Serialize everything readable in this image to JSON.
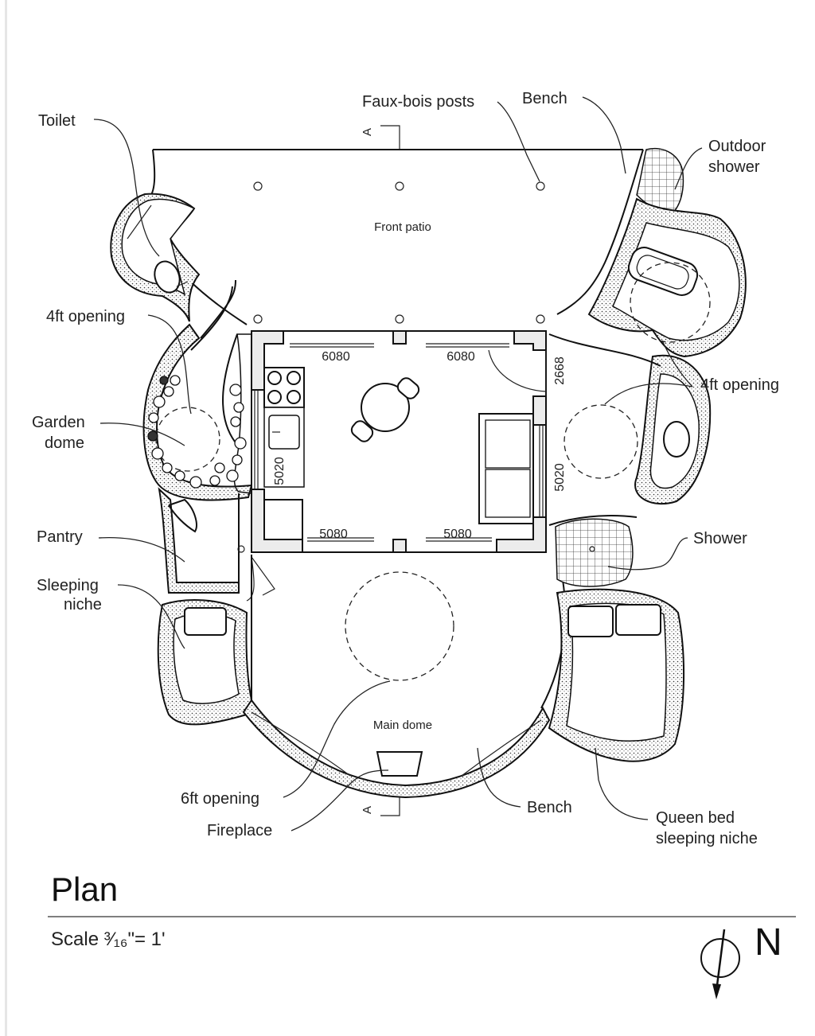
{
  "title": "Plan",
  "scale": "Scale ³⁄₁₆\"= 1'",
  "north": "N",
  "section_marker": "A",
  "room_labels": {
    "front_patio": "Front patio",
    "main_dome": "Main dome"
  },
  "callouts": {
    "toilet": "Toilet",
    "faux_bois_posts": "Faux-bois posts",
    "bench_top": "Bench",
    "outdoor_shower_1": "Outdoor",
    "outdoor_shower_2": "shower",
    "opening_left": "4ft opening",
    "opening_right": "4ft opening",
    "garden_dome_1": "Garden",
    "garden_dome_2": "dome",
    "pantry": "Pantry",
    "sleeping_niche_1": "Sleeping",
    "sleeping_niche_2": "niche",
    "shower": "Shower",
    "opening_6ft": "6ft opening",
    "fireplace": "Fireplace",
    "bench_bottom": "Bench",
    "queen_bed_1": "Queen bed",
    "queen_bed_2": "sleeping niche"
  },
  "dimensions": {
    "top_left_window": "6080",
    "top_right_window": "6080",
    "right_door": "2668",
    "right_window": "5020",
    "left_window": "5020",
    "bottom_left_window": "5080",
    "bottom_right_window": "5080"
  }
}
